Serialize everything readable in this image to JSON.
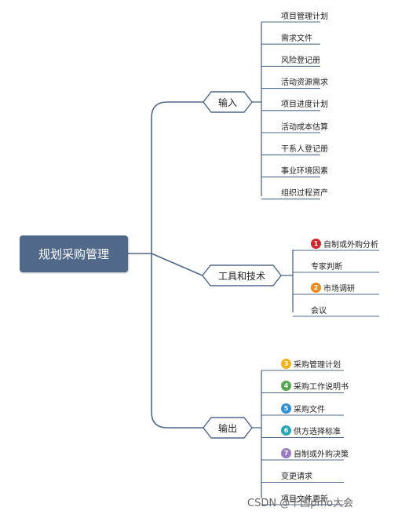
{
  "root": {
    "label": "规划采购管理"
  },
  "branches": [
    {
      "label": "输入",
      "items": [
        {
          "label": "项目管理计划"
        },
        {
          "label": "需求文件"
        },
        {
          "label": "风险登记册"
        },
        {
          "label": "活动资源需求"
        },
        {
          "label": "项目进度计划"
        },
        {
          "label": "活动成本估算"
        },
        {
          "label": "干系人登记册"
        },
        {
          "label": "事业环境因素"
        },
        {
          "label": "组织过程资产"
        }
      ]
    },
    {
      "label": "工具和技术",
      "items": [
        {
          "label": "自制或外购分析",
          "badge": "1",
          "badge_color": "#d0262e"
        },
        {
          "label": "专家判断"
        },
        {
          "label": "市场调研",
          "badge": "2",
          "badge_color": "#ee8a1d"
        },
        {
          "label": "会议"
        }
      ]
    },
    {
      "label": "输出",
      "items": [
        {
          "label": "采购管理计划",
          "badge": "3",
          "badge_color": "#f2b31c"
        },
        {
          "label": "采购工作说明书",
          "badge": "4",
          "badge_color": "#54a84f"
        },
        {
          "label": "采购文件",
          "badge": "5",
          "badge_color": "#2f8fd6"
        },
        {
          "label": "供方选择标准",
          "badge": "6",
          "badge_color": "#27a8b8"
        },
        {
          "label": "自制或外购决策",
          "badge": "7",
          "badge_color": "#9a7cc2"
        },
        {
          "label": "变更请求"
        },
        {
          "label": "项目文件更新"
        }
      ]
    }
  ],
  "watermark": "CSDN @千国pmo大会",
  "colors": {
    "line": "#50698a",
    "root_fill": "#50698a"
  }
}
